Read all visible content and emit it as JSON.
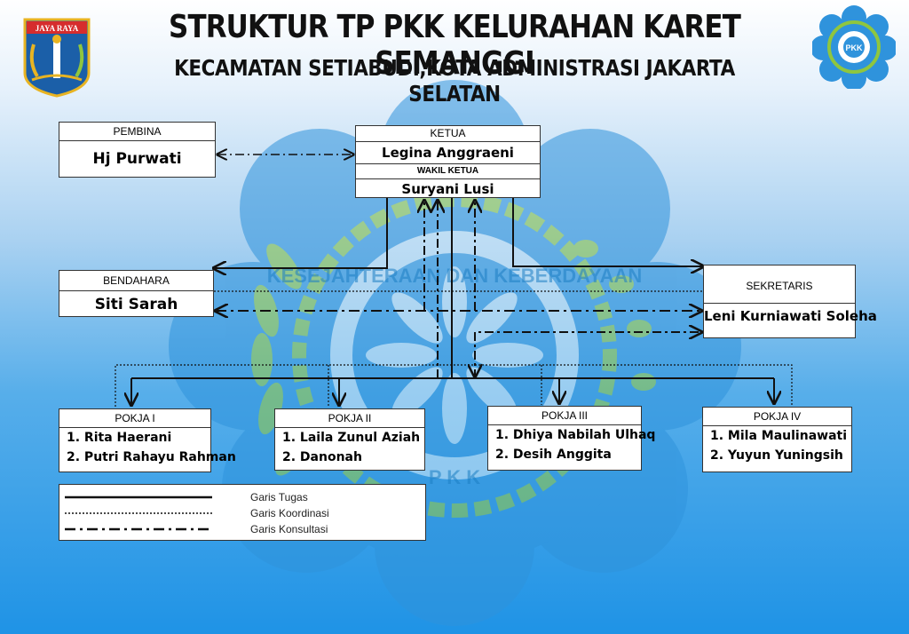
{
  "header": {
    "title": "STRUKTUR TP PKK KELURAHAN KARET SEMANGGI",
    "subtitle": "KECAMATAN SETIABUDI,KOTA ADMINISTRASI JAKARTA SELATAN",
    "left_logo_text": "JAYA RAYA",
    "right_logo_text": "PKK"
  },
  "emblem": {
    "ring_text": "KESEJAHTERAAN DAN KEBERDAYAAN",
    "bottom_text": "P K K"
  },
  "pembina": {
    "label": "PEMBINA",
    "name": "Hj Purwati"
  },
  "ketua": {
    "label": "KETUA",
    "name": "Legina Anggraeni",
    "wakil_label": "WAKIL KETUA",
    "wakil_name": "Suryani Lusi"
  },
  "bendahara": {
    "label": "BENDAHARA",
    "name": "Siti Sarah"
  },
  "sekretaris": {
    "label": "SEKRETARIS",
    "name": "Leni Kurniawati Soleha"
  },
  "pokja": [
    {
      "label": "POKJA I",
      "members": [
        "1. Rita Haerani",
        "2. Putri Rahayu Rahman"
      ]
    },
    {
      "label": "POKJA II",
      "members": [
        "1. Laila Zunul Aziah",
        "2. Danonah"
      ]
    },
    {
      "label": "POKJA III",
      "members": [
        "1. Dhiya Nabilah Ulhaq",
        "2. Desih Anggita"
      ]
    },
    {
      "label": "POKJA IV",
      "members": [
        "1. Mila Maulinawati",
        "2. Yuyun Yuningsih"
      ]
    }
  ],
  "legend": {
    "tugas": "Garis Tugas",
    "koordinasi": "Garis Koordinasi",
    "konsultasi": "Garis Konsultasi"
  },
  "colors": {
    "emblem_blue": "#3a9ee3",
    "emblem_green": "#8fc63f",
    "logo_blue": "#1b5fa8",
    "logo_gold": "#e8b422"
  }
}
